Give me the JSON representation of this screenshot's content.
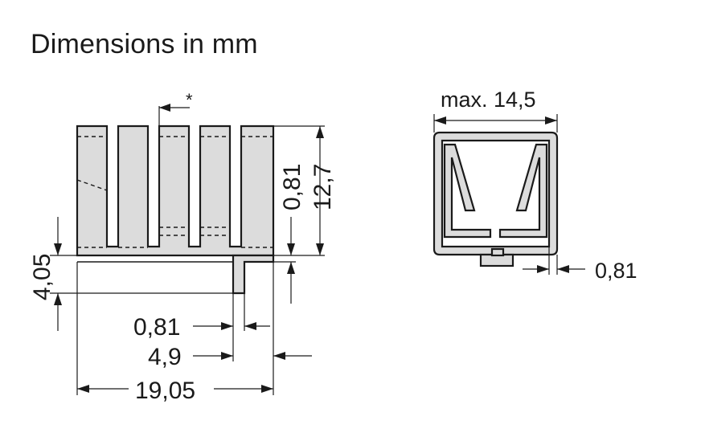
{
  "title": "Dimensions in mm",
  "labels": {
    "asterisk": "*",
    "fin_thickness_v": "0,81",
    "height_total": "12,7",
    "base_height": "4,05",
    "pin_width": "0,81",
    "pin_offset": "4,9",
    "overall_width": "19,05",
    "max_width": "max. 14,5",
    "wall_thickness": "0,81"
  }
}
